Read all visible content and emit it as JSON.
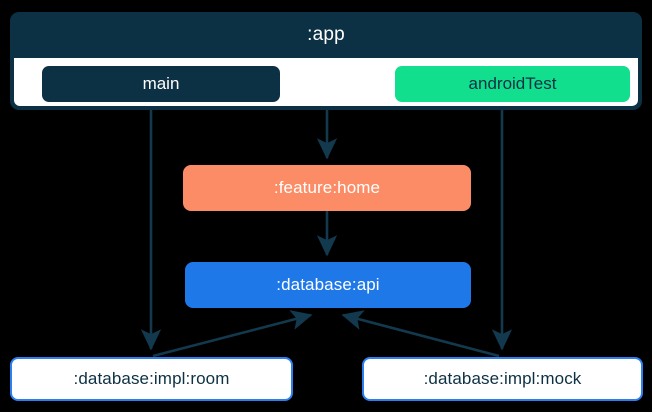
{
  "diagram": {
    "type": "module-dependency-graph",
    "background_color": "#000000",
    "edge_color": "#12394d",
    "clusters": [
      {
        "id": "app",
        "label": ":app",
        "color": "#0d3144",
        "text_color": "#ffffff",
        "source_sets": [
          {
            "id": "main",
            "label": "main",
            "color": "#0d3144",
            "text_color": "#ffffff"
          },
          {
            "id": "androidTest",
            "label": "androidTest",
            "color": "#12df8d",
            "text_color": "#0d3144"
          }
        ]
      }
    ],
    "nodes": [
      {
        "id": "feature-home",
        "label": ":feature:home",
        "color": "#fb8c66",
        "text_color": "#ffffff"
      },
      {
        "id": "database-api",
        "label": ":database:api",
        "color": "#1f78e8",
        "text_color": "#ffffff"
      },
      {
        "id": "database-impl-room",
        "label": ":database:impl:room",
        "color": "#ffffff",
        "border_color": "#2b7ff0",
        "text_color": "#0d3144"
      },
      {
        "id": "database-impl-mock",
        "label": ":database:impl:mock",
        "color": "#ffffff",
        "border_color": "#2b7ff0",
        "text_color": "#0d3144"
      }
    ],
    "edges": [
      {
        "from": "main",
        "to": "database-impl-room"
      },
      {
        "from": "app",
        "to": "feature-home"
      },
      {
        "from": "feature-home",
        "to": "database-api"
      },
      {
        "from": "androidTest",
        "to": "database-impl-mock"
      },
      {
        "from": "database-impl-room",
        "to": "database-api"
      },
      {
        "from": "database-impl-mock",
        "to": "database-api"
      }
    ]
  }
}
